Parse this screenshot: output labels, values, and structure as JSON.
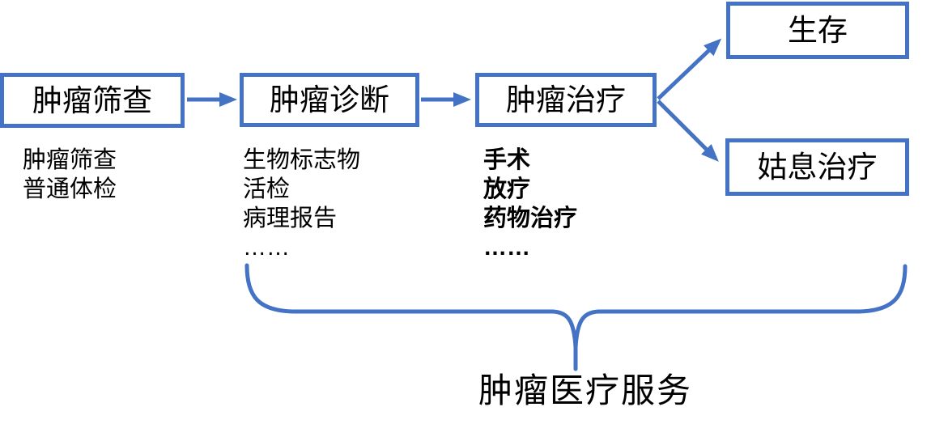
{
  "colors": {
    "accent_blue": "#4472C4",
    "text": "#000000",
    "background": "#FFFFFF"
  },
  "diagram": {
    "boxes": {
      "screening": "肿瘤筛查",
      "diagnosis": "肿瘤诊断",
      "treatment": "肿瘤治疗",
      "survival": "生存",
      "palliative": "姑息治疗"
    },
    "screening_items": [
      "肿瘤筛查",
      "普通体检"
    ],
    "diagnosis_items": [
      "生物标志物",
      "活检",
      "病理报告",
      "……"
    ],
    "treatment_items": [
      "手术",
      "放疗",
      "药物治疗",
      "……"
    ],
    "brace_label": "肿瘤医疗服务"
  }
}
